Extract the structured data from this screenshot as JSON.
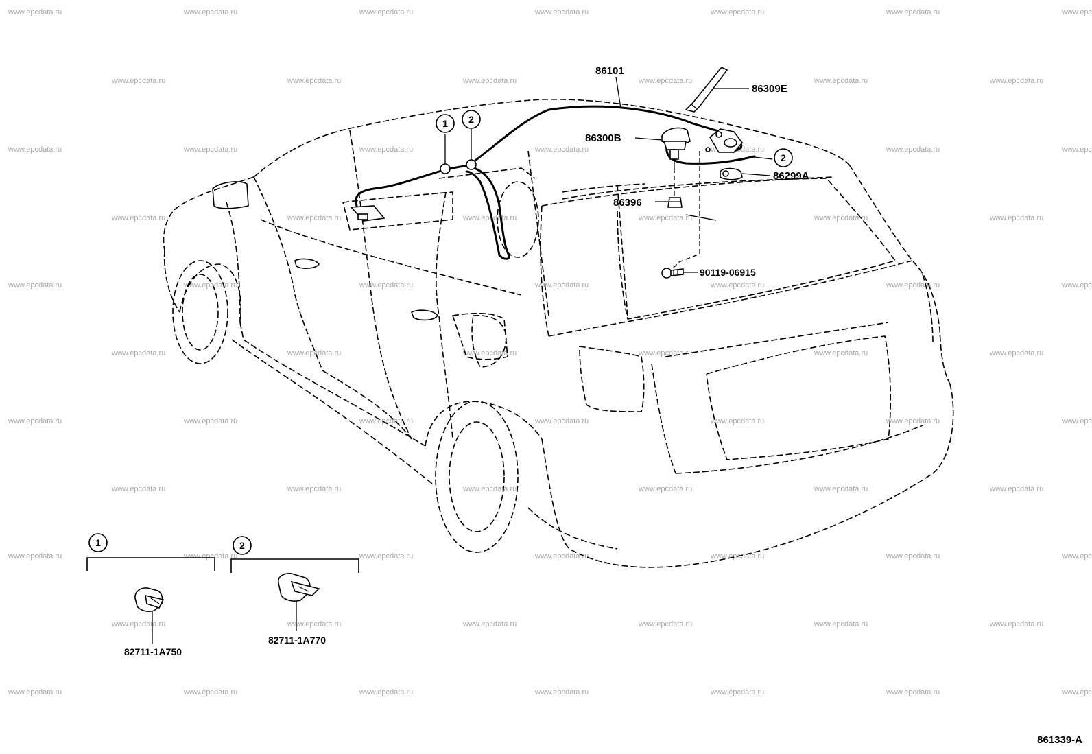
{
  "watermark": "www.epcdata.ru",
  "parts": {
    "p86101": "86101",
    "p86309E": "86309E",
    "p86300B": "86300B",
    "p86299A": "86299A",
    "p86396": "86396",
    "p9011906915": "90119-06915",
    "p82711_1A750": "82711-1A750",
    "p82711_1A770": "82711-1A770"
  },
  "callouts": {
    "c1": "1",
    "c2": "2"
  },
  "diagram_code": "861339-A"
}
